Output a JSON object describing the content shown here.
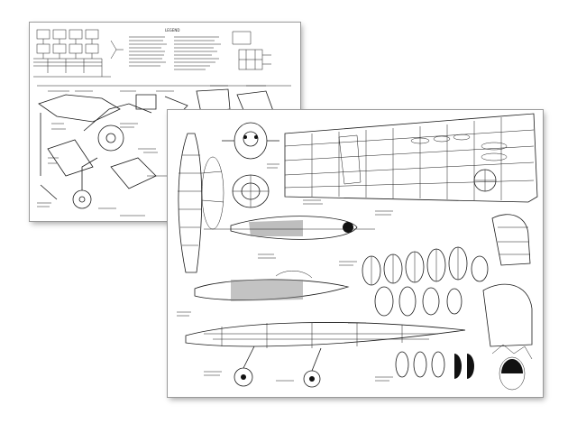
{
  "document": {
    "sheets": [
      "back-sheet",
      "front-sheet"
    ],
    "back_sheet_heading": "LEGEND",
    "colors": {
      "paper": "#ffffff",
      "ink": "#1a1a1a",
      "shadow": "#555555"
    }
  }
}
